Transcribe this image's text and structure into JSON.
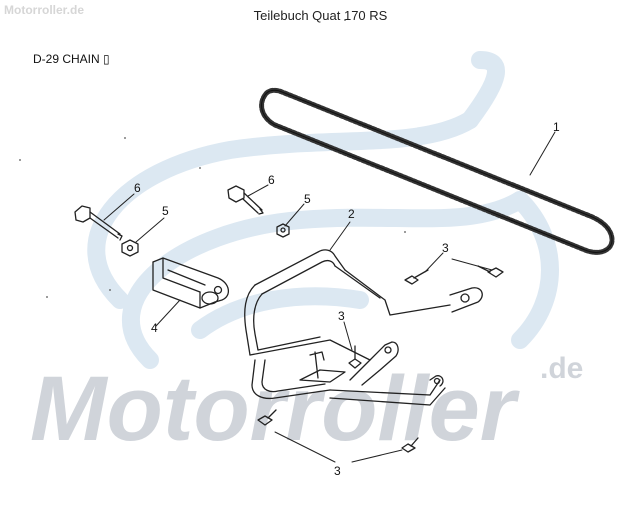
{
  "header": {
    "site_watermark": "Motorroller.de",
    "title": "Teilebuch Quat 170 RS",
    "section": "D-29 CHAIN ▯"
  },
  "watermark": {
    "word": "Motorroller",
    "suffix": ".de",
    "color": "#d0d4da",
    "logo_color": "#dce8f2"
  },
  "callouts": {
    "c1": "1",
    "c2": "2",
    "c3a": "3",
    "c3b": "3",
    "c3c": "3",
    "c4": "4",
    "c5a": "5",
    "c5b": "5",
    "c6a": "6",
    "c6b": "6"
  }
}
